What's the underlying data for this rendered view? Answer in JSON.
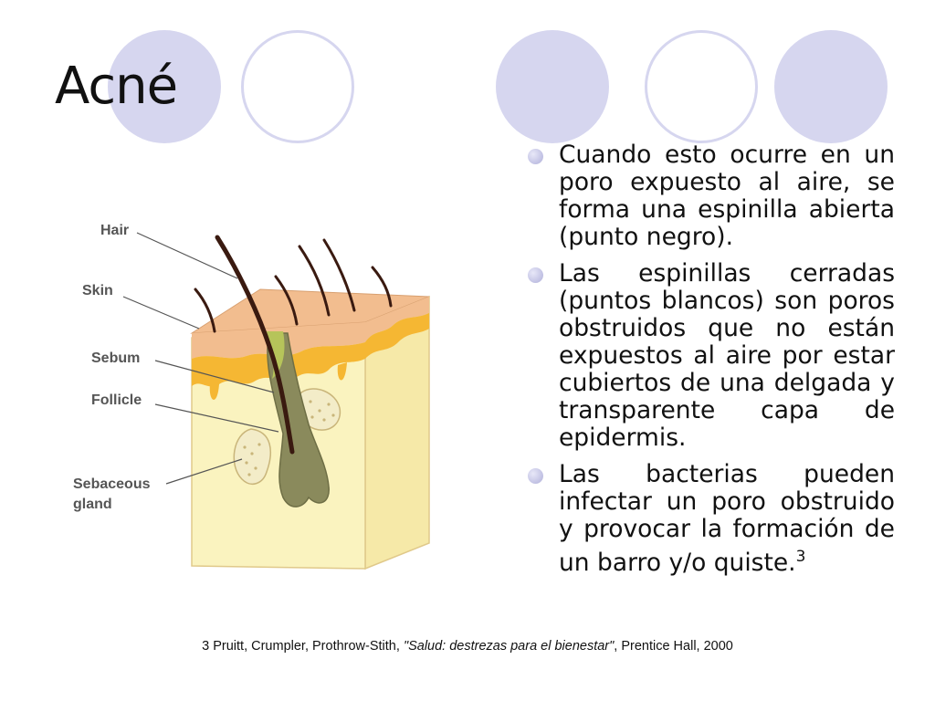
{
  "slide": {
    "title": "Acné",
    "bullets": [
      {
        "text": "Cuando esto ocurre en un poro expuesto al aire, se forma una espinilla abierta (punto negro).",
        "superscript": ""
      },
      {
        "text": "Las espinillas cerradas (puntos blancos) son poros obstruidos que no están expuestos al aire por estar cubiertos de una delgada y transparente capa de epidermis.",
        "superscript": ""
      },
      {
        "text": "Las bacterias pueden infectar un poro obstruido y provocar la formación de un barro y/o quiste.",
        "superscript": "3"
      }
    ],
    "footnote": {
      "before": "3 Pruitt, Crumpler, Prothrow-Stith, ",
      "italic": "\"Salud: destrezas para el bienestar\"",
      "after": ", Prentice Hall, 2000"
    }
  },
  "diagram": {
    "labels": {
      "hair": "Hair",
      "skin": "Skin",
      "sebum": "Sebum",
      "follicle": "Follicle",
      "gland_line1": "Sebaceous",
      "gland_line2": "gland"
    }
  },
  "colors": {
    "decor_circle": "#d6d6ef",
    "skin_surface": "#f2bd8f",
    "skin_body": "#faf3bf",
    "sebum": "#f5b733",
    "hair": "#3a1a10",
    "follicle": "#8a8a5c"
  }
}
